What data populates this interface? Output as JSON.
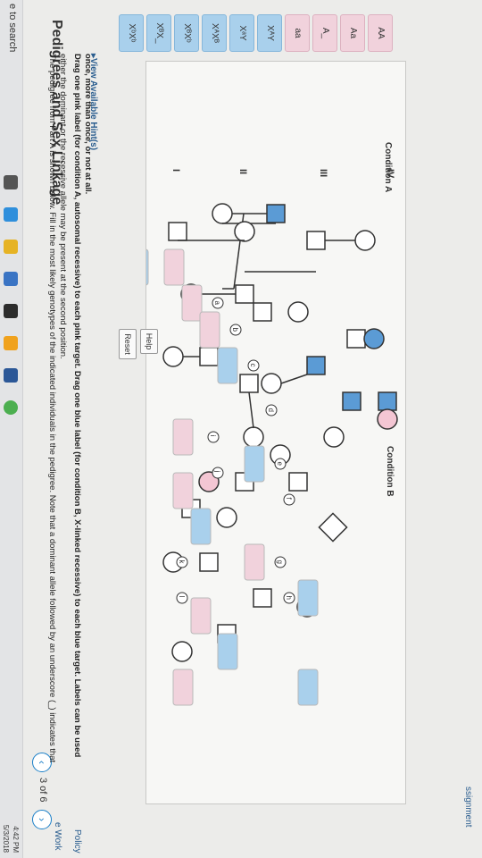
{
  "header": {
    "title": "Pedigrees and Sex Linkage",
    "pager": "3 of 6",
    "prev_icon": "chevron-left-icon",
    "next_icon": "chevron-right-icon"
  },
  "side_links": {
    "work": "e Work",
    "policy": "Policy",
    "assignment": "ssignment"
  },
  "instructions": {
    "line1": "The pedigree from Part A is shown below. Fill in the most likely genotypes of the indicated individuals in the pedigree. Note that a dominant allele followed by an underscore (_) indicates that",
    "line2": "either the dominant or the recessive allele may be present at the second position.",
    "line3": "Drag one pink label (for condition A, autosomal recessive) to each pink target. Drag one blue label (for condition B, X-linked recessive) to each blue target. Labels can be used",
    "line4": "once, more than once, or not at all.",
    "hints": "View Available Hint(s)"
  },
  "toolbar": {
    "reset": "Reset",
    "help": "Help"
  },
  "pink_labels": [
    "AA",
    "Aa",
    "A_",
    "aa"
  ],
  "blue_labels": [
    "XᴬY",
    "XᵃY",
    "XᴬXᴮ",
    "XᴮXᵇ",
    "XᴮX_",
    "XᵇXᵇ"
  ],
  "generations": [
    "I",
    "II",
    "III",
    "IV"
  ],
  "target_letters": [
    "a",
    "b",
    "c",
    "d",
    "e",
    "f",
    "g",
    "h",
    "i",
    "j",
    "k",
    "l"
  ],
  "legend": {
    "condition_a": "Condition A",
    "condition_b": "Condition B"
  },
  "colors": {
    "affected_b": "#5b9bd5",
    "affected_a": "#f4c6d3",
    "pink_target": "#f1d2dc",
    "blue_target": "#a9d0ec",
    "accent": "#1a7fc8"
  },
  "taskbar": {
    "search": "e to search",
    "time": "4:42 PM",
    "date": "5/3/2018"
  }
}
